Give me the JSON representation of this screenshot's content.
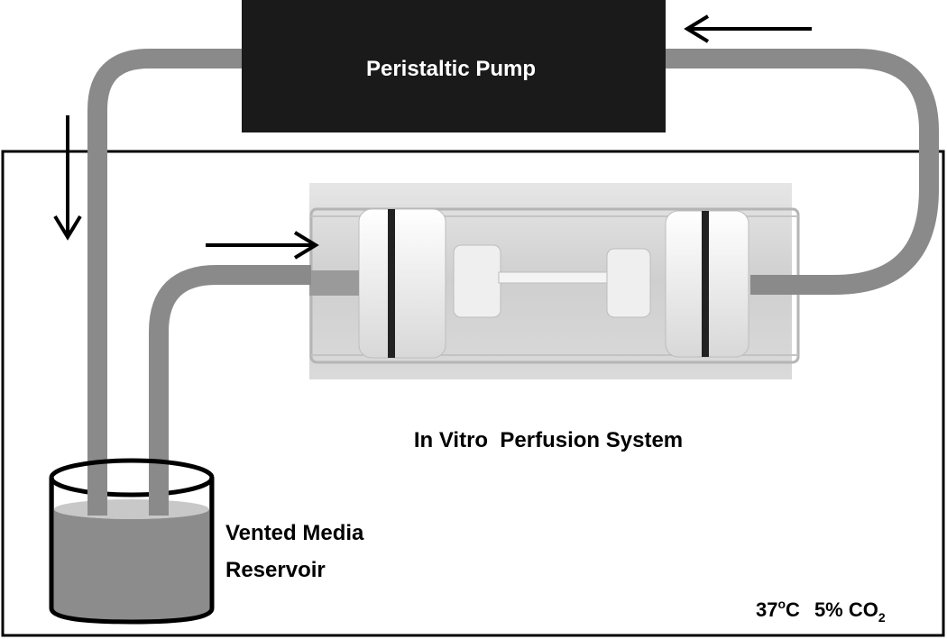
{
  "pump": {
    "label": "Peristaltic Pump"
  },
  "system": {
    "label": "In Vitro  Perfusion System"
  },
  "reservoir": {
    "line1": "Vented Media",
    "line2": "Reservoir"
  },
  "conditions": {
    "temperature": "37",
    "temp_sup": "o",
    "temp_unit": "C",
    "co2": "5% CO",
    "co2_sub": "2"
  },
  "colors": {
    "tube": "#8a8a8a",
    "pump": "#1a1a1a",
    "outline": "#000000",
    "media": "#8c8c8c",
    "chamber_bg": "#dcdcdc"
  }
}
